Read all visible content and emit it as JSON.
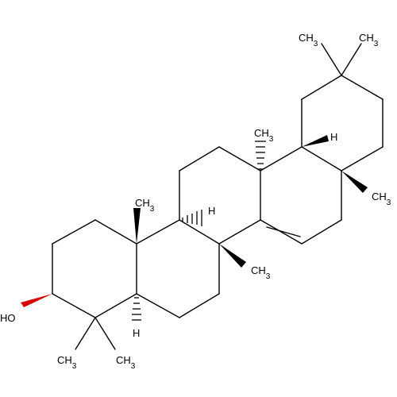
{
  "molecule": {
    "labels": {
      "ho": "HO",
      "h_bottom": "H",
      "h_center": "H",
      "h_top": "H",
      "me_c10": "CH3",
      "me_c14": "CH3",
      "me_c8": "CH3",
      "me_c17": "CH3",
      "me_gem_left": "CH3",
      "me_gem_right": "CH3",
      "me_c20_left": "CH3",
      "me_c20_right": "CH3"
    },
    "colors": {
      "bond": "#000000",
      "oxygen": "#d40000",
      "label": "#000000"
    }
  }
}
